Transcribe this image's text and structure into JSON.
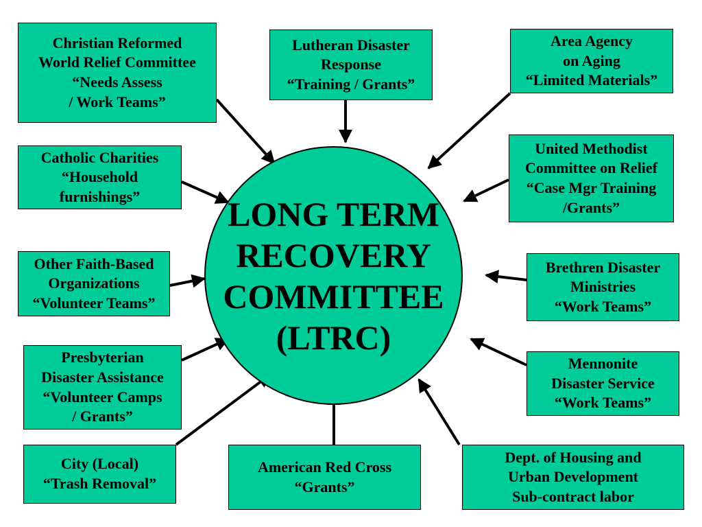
{
  "center": {
    "lines": [
      "LONG TERM",
      "RECOVERY",
      "COMMITTEE",
      "(LTRC)"
    ],
    "fill": "#00cc99"
  },
  "box_fill": "#00cc99",
  "nodes": [
    {
      "id": "crwrc",
      "lines": [
        "Christian Reformed",
        "World Relief Committee",
        "“Needs Assess",
        "/ Work Teams”"
      ]
    },
    {
      "id": "lutheran",
      "lines": [
        "Lutheran Disaster",
        "Response",
        "“Training / Grants”"
      ]
    },
    {
      "id": "area-agency",
      "lines": [
        "Area Agency",
        "on Aging",
        "“Limited Materials”"
      ]
    },
    {
      "id": "catholic",
      "lines": [
        "Catholic Charities",
        "“Household",
        "furnishings”"
      ]
    },
    {
      "id": "methodist",
      "lines": [
        "United Methodist",
        "Committee on Relief",
        "“Case Mgr Training",
        "/Grants”"
      ]
    },
    {
      "id": "other-faith",
      "lines": [
        "Other Faith-Based",
        "Organizations",
        "“Volunteer Teams”"
      ]
    },
    {
      "id": "brethren",
      "lines": [
        "Brethren Disaster",
        "Ministries",
        "“Work Teams”"
      ]
    },
    {
      "id": "presbyterian",
      "lines": [
        "Presbyterian",
        "Disaster Assistance",
        "“Volunteer Camps",
        "/ Grants”"
      ]
    },
    {
      "id": "mennonite",
      "lines": [
        "Mennonite",
        "Disaster Service",
        "“Work Teams”"
      ]
    },
    {
      "id": "city",
      "lines": [
        "City (Local)",
        "“Trash Removal”"
      ]
    },
    {
      "id": "red-cross",
      "lines": [
        "American Red Cross",
        "“Grants”"
      ]
    },
    {
      "id": "hud",
      "lines": [
        "Dept. of Housing and",
        "Urban Development",
        "Sub-contract labor"
      ]
    }
  ]
}
